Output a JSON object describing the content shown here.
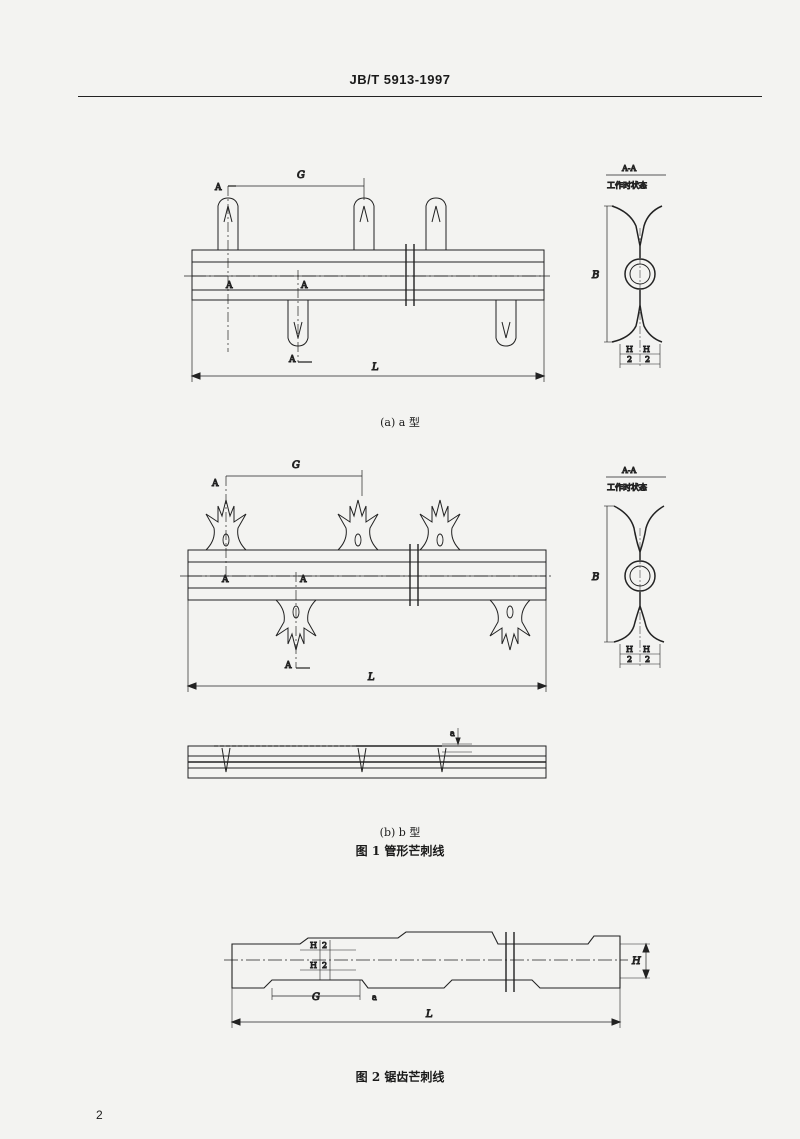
{
  "header": {
    "standard_code": "JB/T 5913-1997"
  },
  "figure1a": {
    "caption": "(a)  a 型",
    "dim_G": "G",
    "dim_L": "L",
    "dim_B": "B",
    "section_mark": "A",
    "section_title": "A-A",
    "section_subtitle": "工作时状态",
    "dim_H": "H",
    "dim_half": "2"
  },
  "figure1b": {
    "caption": "(b)  b 型",
    "dim_G": "G",
    "dim_L": "L",
    "dim_B": "B",
    "dim_a": "a",
    "section_mark": "A",
    "section_title": "A-A",
    "section_subtitle": "工作时状态",
    "dim_H": "H",
    "dim_half": "2"
  },
  "figure1_title": "图 1   管形芒刺线",
  "figure2": {
    "dim_H": "H",
    "dim_half": "2",
    "dim_G": "G",
    "dim_a": "a",
    "dim_L": "L"
  },
  "figure2_title": "图 2   锯齿芒刺线",
  "page_number": "2"
}
